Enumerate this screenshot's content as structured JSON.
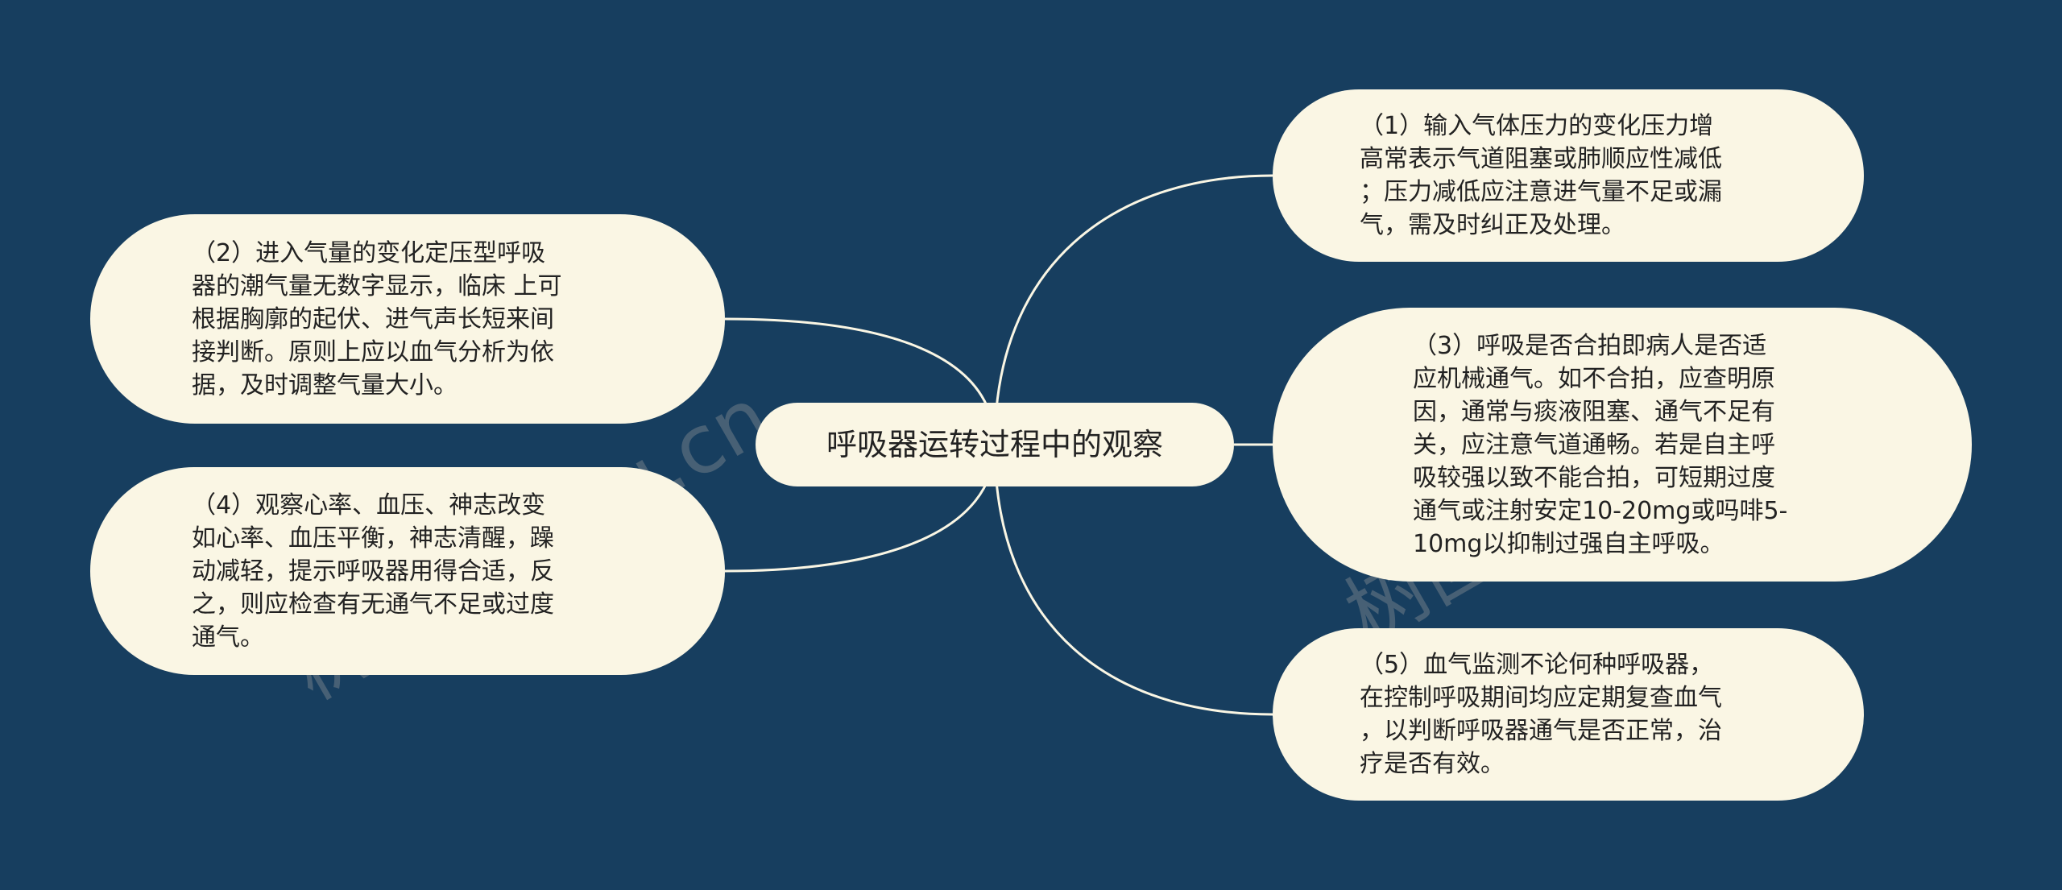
{
  "mindmap": {
    "center": {
      "label": "呼吸器运转过程中的观察"
    },
    "branches": [
      {
        "id": "node-1",
        "side": "right",
        "text": "（1）输入气体压力的变化压力增\n高常表示气道阻塞或肺顺应性减低\n；压力减低应注意进气量不足或漏\n气，需及时纠正及处理。"
      },
      {
        "id": "node-3",
        "side": "right",
        "text": "（3）呼吸是否合拍即病人是否适\n应机械通气。如不合拍，应查明原\n因，通常与痰液阻塞、通气不足有\n关，应注意气道通畅。若是自主呼\n吸较强以致不能合拍，可短期过度\n通气或注射安定10-20mg或吗啡5-\n10mg以抑制过强自主呼吸。"
      },
      {
        "id": "node-5",
        "side": "right",
        "text": "（5）血气监测不论何种呼吸器，\n在控制呼吸期间均应定期复查血气\n，以判断呼吸器通气是否正常，治\n疗是否有效。"
      },
      {
        "id": "node-2",
        "side": "left",
        "text": "（2）进入气量的变化定压型呼吸\n器的潮气量无数字显示，临床 上可\n根据胸廓的起伏、进气声长短来间\n接判断。原则上应以血气分析为依\n据，及时调整气量大小。"
      },
      {
        "id": "node-4",
        "side": "left",
        "text": "（4）观察心率、血压、神志改变\n如心率、血压平衡，神志清醒，躁\n动减轻，提示呼吸器用得合适，反\n之，则应检查有无通气不足或过度\n通气。"
      }
    ]
  },
  "watermark": {
    "left_text": "树图 shutu.cn",
    "right_text": "树图 shutu.cn"
  },
  "colors": {
    "background": "#173e5f",
    "node_fill": "#faf6e4",
    "connector": "#faf6e4",
    "text": "#222222"
  }
}
